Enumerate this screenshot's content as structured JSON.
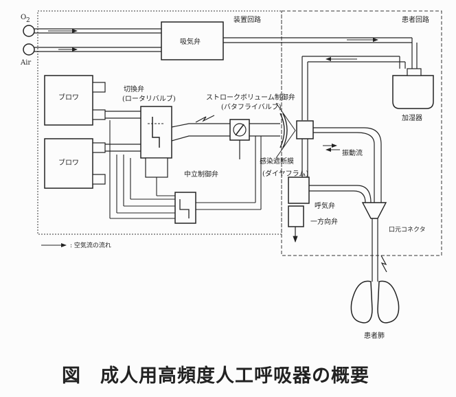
{
  "figure": {
    "caption": "図　成人用高頻度人工呼吸器の概要",
    "regions": {
      "device_circuit": "装置回路",
      "patient_circuit": "患者回路"
    },
    "gas_inputs": {
      "oxygen": "O",
      "oxygen_subscript": "2",
      "air": "Air"
    },
    "components": {
      "inhalation_valve": "吸気弁",
      "blower_top": "ブロワ",
      "blower_bottom": "ブロワ",
      "switching_valve_line1": "切換弁",
      "switching_valve_line2": "(ロータリバルブ)",
      "stroke_valve_line1": "ストロークボリューム制御弁",
      "stroke_valve_line2": "(バタフライバルブ)",
      "humidifier": "加湿器",
      "neutral_control_valve": "中立制御弁",
      "diaphragm_line1": "感染遮断膜",
      "diaphragm_line2": "(ダイヤフラム)",
      "oscillating_flow": "振動流",
      "exhalation_valve": "呼気弁",
      "one_way_valve": "一方向弁",
      "mouth_connector": "口元コネクタ",
      "patient_lung": "患者肺"
    },
    "legend": {
      "airflow": ": 空気流の流れ"
    },
    "colors": {
      "line": "#222222",
      "background": "#fcfcfc"
    }
  }
}
